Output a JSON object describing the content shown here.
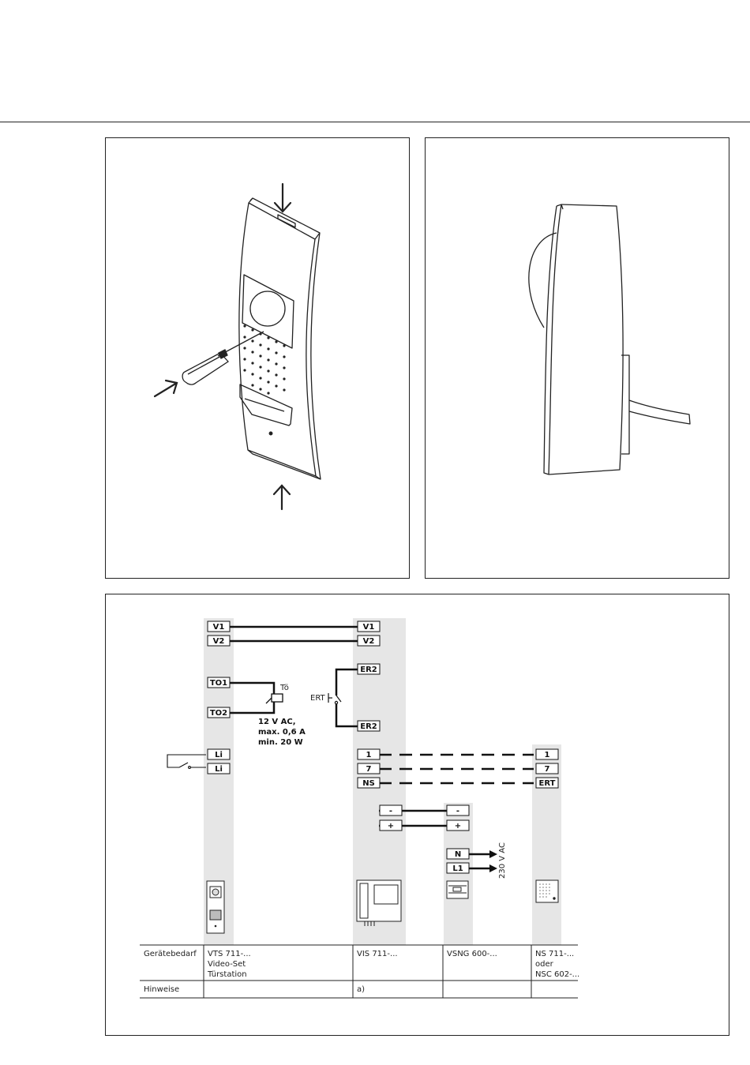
{
  "illustrations": {
    "left": "door-station-removal-figure",
    "right": "door-station-side-view-figure"
  },
  "wiring": {
    "door_station_terminals": {
      "v1": "V1",
      "v2": "V2",
      "to1": "TO1",
      "to2": "TO2",
      "li_a": "Li",
      "li_b": "Li"
    },
    "monitor_terminals": {
      "v1": "V1",
      "v2": "V2",
      "er2_top": "ER2",
      "er2_bottom": "ER2",
      "t1": "1",
      "t7": "7",
      "ns": "NS",
      "minus": "-",
      "plus": "+"
    },
    "psu_terminals": {
      "minus": "-",
      "plus": "+",
      "n": "N",
      "l1": "L1"
    },
    "extension_terminals": {
      "t1": "1",
      "t7": "7",
      "ert": "ERT"
    },
    "labels": {
      "toe": "Tö",
      "ert": "ERT",
      "power_line1": "12 V AC,",
      "power_line2": "max. 0,6 A",
      "power_line3": "min. 20 W",
      "mains": "230 V AC"
    },
    "table": {
      "row1_header": "Gerätebedarf",
      "row2_header": "Hinweise",
      "col1_line1": "VTS 711-...",
      "col1_line2": "Video-Set",
      "col1_line3": "Türstation",
      "col2": "VIS 711-...",
      "col3": "VSNG 600-...",
      "col4_line1": "NS 711-...",
      "col4_line2": "oder",
      "col4_line3": "NSC 602-...",
      "note_col2": "a)"
    }
  }
}
